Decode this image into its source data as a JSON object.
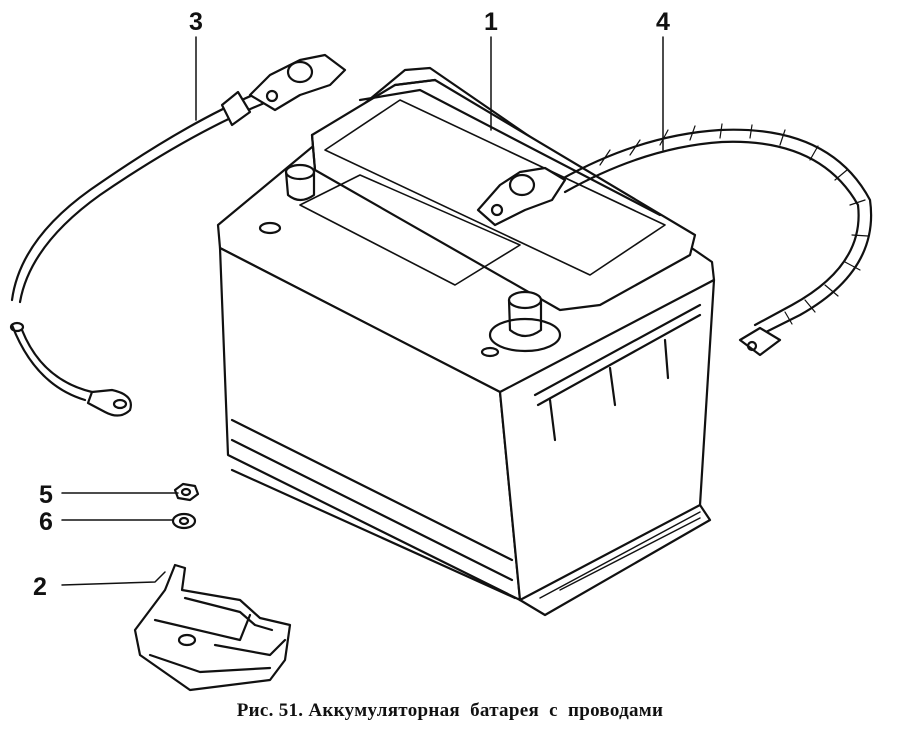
{
  "figure": {
    "caption_prefix": "Рис. 51.",
    "caption_text": "Аккумуляторная  батарея  с  проводами",
    "callouts": [
      {
        "id": "1",
        "label": "1"
      },
      {
        "id": "2",
        "label": "2"
      },
      {
        "id": "3",
        "label": "3"
      },
      {
        "id": "4",
        "label": "4"
      },
      {
        "id": "5",
        "label": "5"
      },
      {
        "id": "6",
        "label": "6"
      }
    ]
  },
  "colors": {
    "ink": "#111111",
    "paper": "#ffffff"
  }
}
